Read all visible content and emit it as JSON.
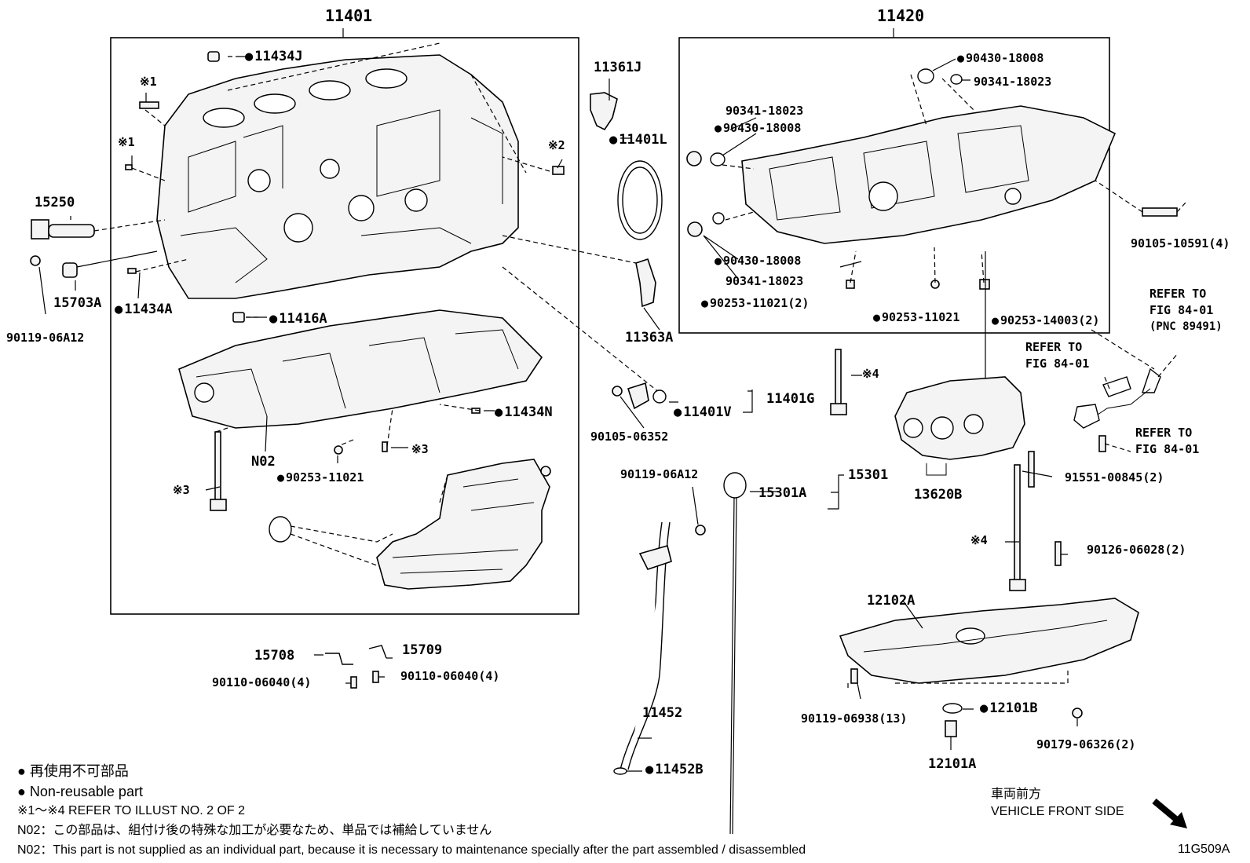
{
  "labels": {
    "p11401": "11401",
    "p11420": "11420",
    "p11434J": "11434J",
    "note1a": "※1",
    "note1b": "※1",
    "note2": "※2",
    "p15250": "15250",
    "p15703A": "15703A",
    "p90119_06A12_left": "90119-06A12",
    "p11434A": "11434A",
    "p11416A": "11416A",
    "p11434N": "11434N",
    "pN02": "N02",
    "p90253_11021_mid": "90253-11021",
    "note3a": "※3",
    "note3b": "※3",
    "p11361J": "11361J",
    "p11401L": "11401L",
    "p11363A": "11363A",
    "p90105_06352": "90105-06352",
    "p11401V": "11401V",
    "p11401G": "11401G",
    "note4a": "※4",
    "note4b": "※4",
    "p90430_18008_a": "90430-18008",
    "p90341_18023_a": "90341-18023",
    "p90341_18023_b": "90341-18023",
    "p90430_18008_b": "90430-18008",
    "p90430_18008_c": "90430-18008",
    "p90341_18023_c": "90341-18023",
    "p90253_11021_2": "90253-11021(2)",
    "p90253_11021_r": "90253-11021",
    "p90253_14003_2": "90253-14003(2)",
    "p90105_10591_4": "90105-10591(4)",
    "refer1_a": "REFER TO",
    "refer1_b": "FIG 84-01",
    "refer1_c": "(PNC 89491)",
    "refer2_a": "REFER TO",
    "refer2_b": "FIG 84-01",
    "refer3_a": "REFER TO",
    "refer3_b": "FIG 84-01",
    "p13620B": "13620B",
    "p91551_00845_2": "91551-00845(2)",
    "p90126_06028_2": "90126-06028(2)",
    "p90119_06A12_mid": "90119-06A12",
    "p15301A": "15301A",
    "p15301": "15301",
    "p15708": "15708",
    "p15709": "15709",
    "p90110_06040_l": "90110-06040(4)",
    "p90110_06040_r": "90110-06040(4)",
    "p11452": "11452",
    "p11452B": "11452B",
    "p12102A": "12102A",
    "p90119_06938_13": "90119-06938(13)",
    "p12101B": "12101B",
    "p12101A": "12101A",
    "p90179_06326_2": "90179-06326(2)"
  },
  "legend": {
    "jp_nonreusable": "● 再使用不可部品",
    "en_nonreusable": "● Non-reusable part",
    "refer_note": "※1～※4  REFER TO ILLUST NO. 2 OF 2",
    "n02_jp": "N02：この部品は、組付け後の特殊な加工が必要なため、単品では補給していません",
    "n02_en": "N02：This part is not supplied as an individual part, because it is necessary to maintenance specially after the part assembled / disassembled"
  },
  "direction": {
    "jp": "車両前方",
    "en": "VEHICLE FRONT SIDE",
    "icon": "arrow-down-right-icon"
  },
  "figure_code": "11G509A"
}
